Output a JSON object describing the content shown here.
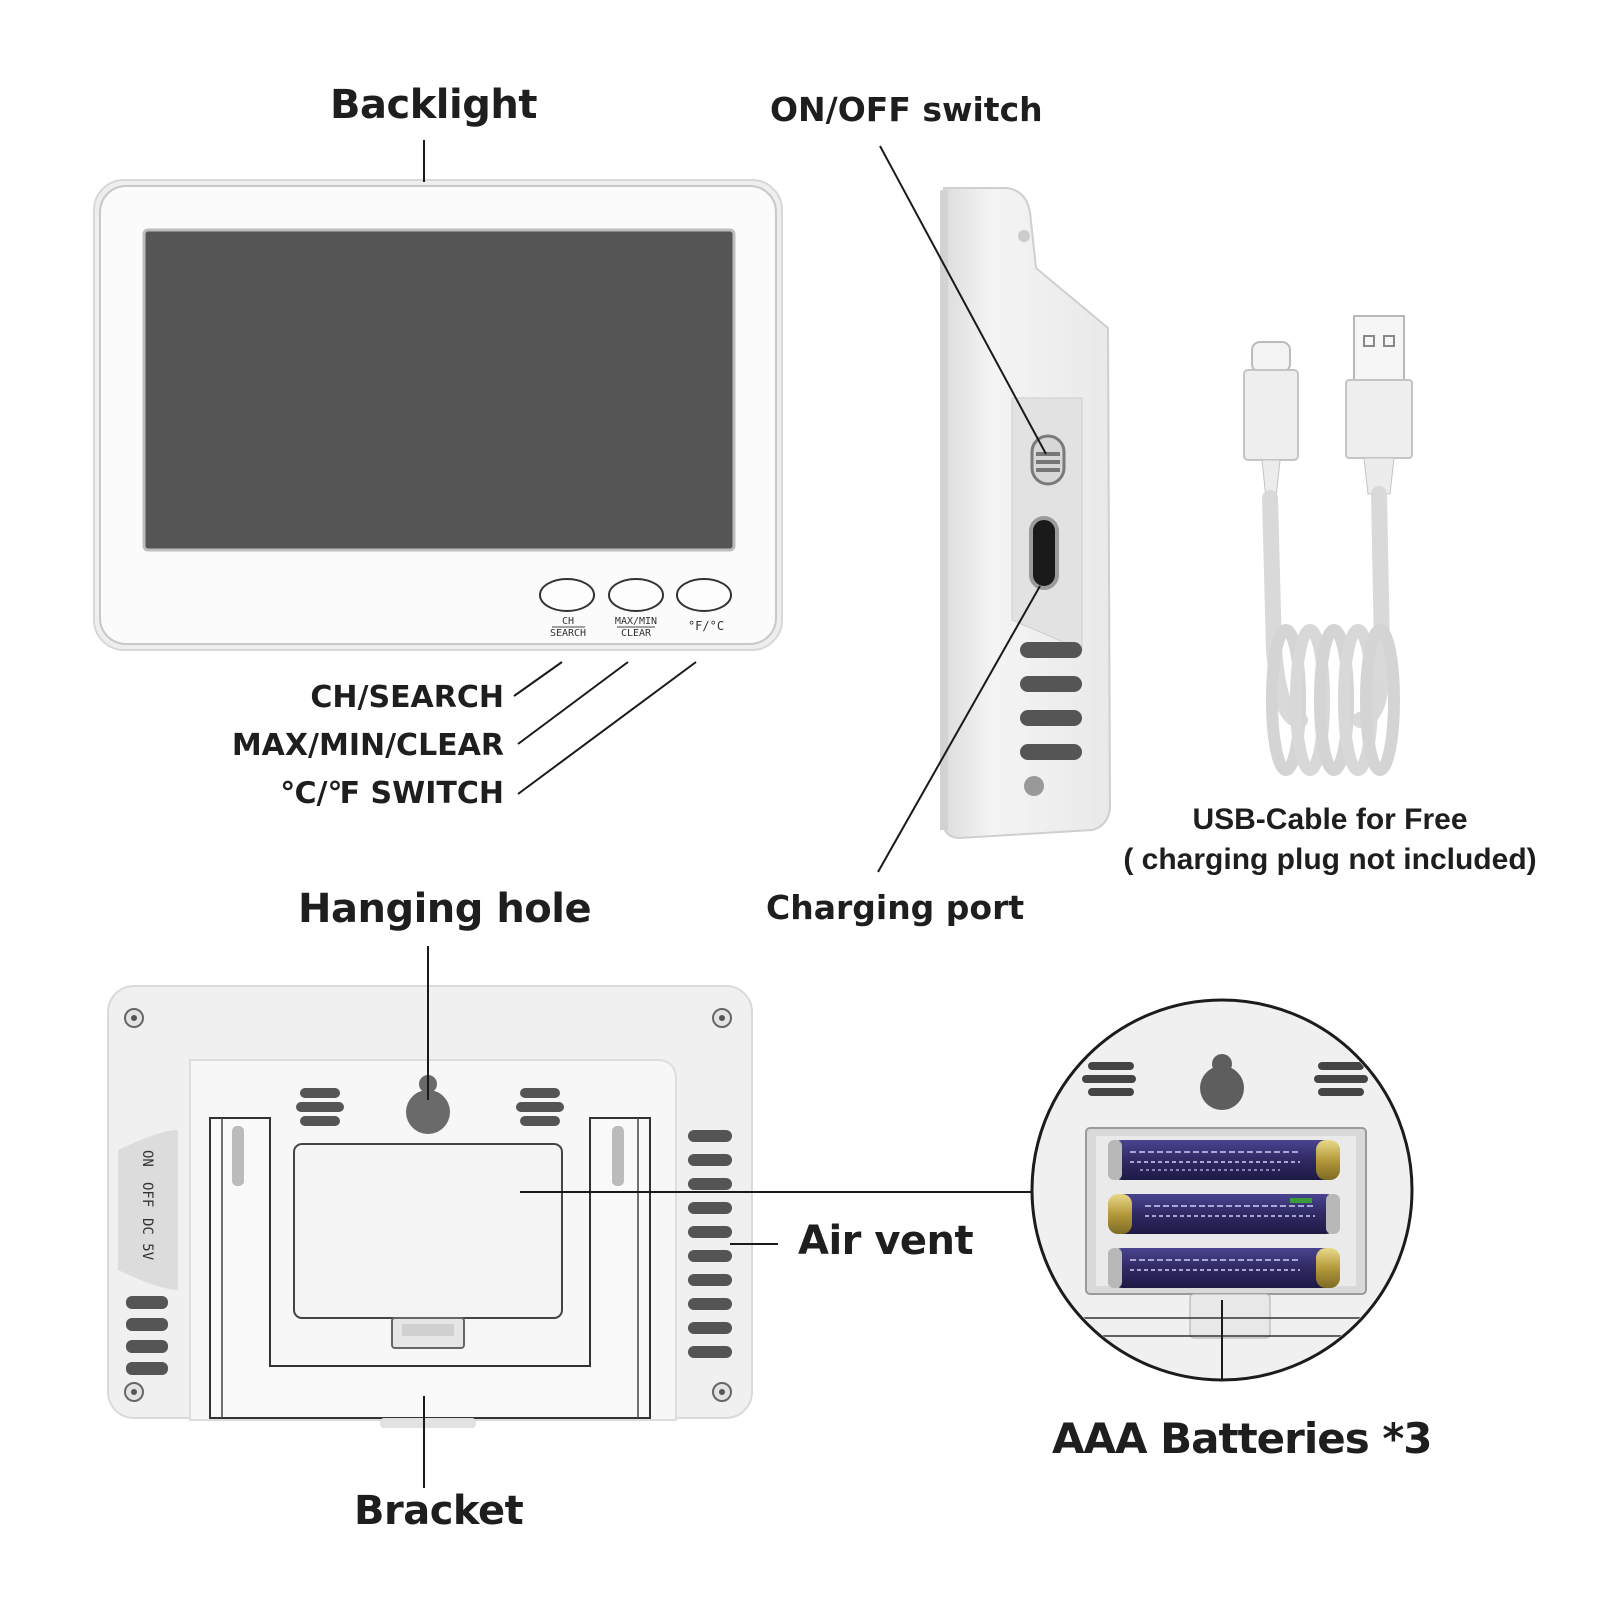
{
  "labels": {
    "backlight": "Backlight",
    "on_off_switch": "ON/OFF switch",
    "ch_search": "CH/SEARCH",
    "max_min_clear": "MAX/MIN/CLEAR",
    "c_f_switch": "℃/℉ SWITCH",
    "charging_port": "Charging port",
    "usb_cable_line1": "USB-Cable for Free",
    "usb_cable_line2": "( charging plug not included)",
    "hanging_hole": "Hanging hole",
    "air_vent": "Air vent",
    "bracket": "Bracket",
    "aaa_batteries": "AAA Batteries *3"
  },
  "device_front": {
    "buttons": [
      {
        "line1": "CH",
        "line2": "SEARCH"
      },
      {
        "line1": "MAX/MIN",
        "line2": "CLEAR"
      },
      {
        "line1": "°F/°C",
        "line2": ""
      }
    ]
  },
  "device_back": {
    "side_text": [
      "ON",
      "OFF",
      "DC 5V"
    ]
  },
  "colors": {
    "screen": "#555555",
    "body": "#f6f6f6",
    "battery": "#2f2a63",
    "leader_line": "#1a1a1a"
  }
}
